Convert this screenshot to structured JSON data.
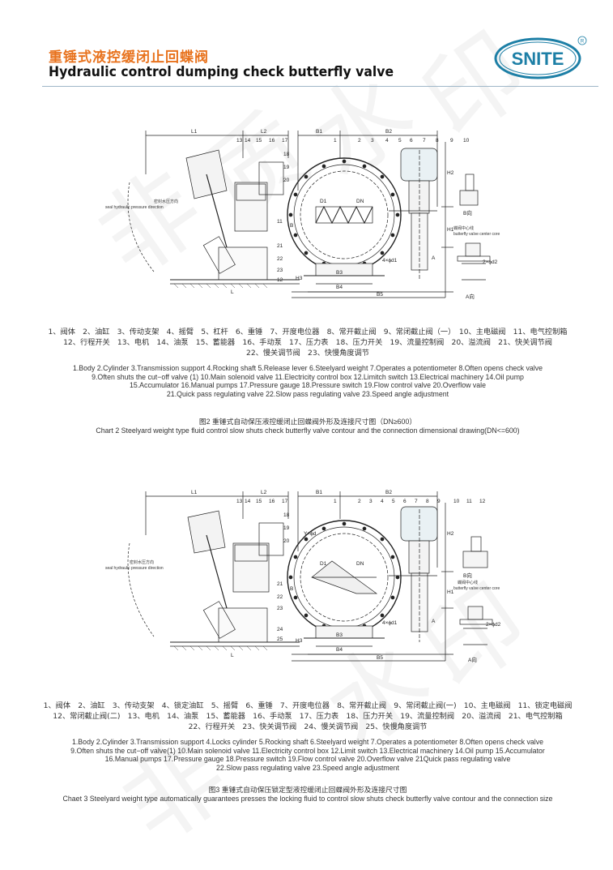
{
  "header": {
    "title_cn": "重锤式液控缓闭止回蝶阀",
    "title_en": "Hydraulic control dumping check butterfly valve",
    "logo_text": "SNITE",
    "logo_reg": "R"
  },
  "watermark": {
    "chars": [
      "非",
      "质",
      "水",
      "印"
    ]
  },
  "figure2": {
    "dims": {
      "L1": "L1",
      "L2": "L2",
      "B1": "B1",
      "B2": "B2",
      "B3": "B3",
      "B4": "B4",
      "B5": "B5",
      "H1": "H1",
      "H2": "H2",
      "H3": "H3",
      "L": "L",
      "A": "A",
      "B": "B",
      "D1": "D1",
      "DN": "DN",
      "hole": "4×ϕd1",
      "hole2": "2×ϕd2",
      "dirA": "A向",
      "dirB": "B向"
    },
    "callouts_top_left": [
      "13",
      "14",
      "15",
      "16",
      "17"
    ],
    "callouts_top_right": [
      "1",
      "2",
      "3",
      "4",
      "5",
      "6",
      "7",
      "8",
      "9",
      "10"
    ],
    "callouts_side": [
      "18",
      "19",
      "20",
      "11",
      "21",
      "22",
      "23",
      "12"
    ],
    "seal_cn": "密封水压方向",
    "seal_en": "seal hydraulic pressure direction",
    "center_cn": "蝶阀中心线",
    "center_en": "butterfly valve center core",
    "parts_cn_line1": "1、阀体　2、油缸　3、传动支架　4、摇臂　5、杠杆　6、重锤　7、开度电位器　8、常开截止阀　9、常闭截止阀（一）　10、主电磁阀　11、电气控制箱",
    "parts_cn_line2": "12、行程开关　13、电机　14、油泵　15、蓄能器　16、手动泵　17、压力表　18、压力开关　19、流量控制阀　20、溢流阀　21、快关调节阀",
    "parts_cn_line3": "22、慢关调节阀　23、快慢角度调节",
    "parts_en_line1": "1.Body 2.Cylinder 3.Transmission support 4.Rocking shaft 5.Release lever 6.Steelyard weight 7.Operates a potentiometer 8.Often opens check valve",
    "parts_en_line2": "9.Often shuts the cut−off valve (1) 10.Main solenoid valve 11.Electricity control box 12.Limitch switch 13.Electrical machinery 14.Oil pump",
    "parts_en_line3": "15.Accumulator 16.Manual pumps 17.Pressure gauge 18.Pressure switch 19.Flow control valve 20.Overflow vale",
    "parts_en_line4": "21.Quick pass regulating valve  22.Slow pass regulating valve 23.Speed angle adjustment",
    "caption_cn": "图2 重锤式自动保压液控缓闭止回蝶阀外形及连接尺寸图（DN≥600）",
    "caption_en": "Chart 2 Steelyard weight type fluid control slow shuts check butterfly valve contour and the connection dimensional drawing(DN<=600)"
  },
  "figure3": {
    "dims": {
      "L1": "L1",
      "L2": "L2",
      "B1": "B1",
      "B2": "B2",
      "B3": "B3",
      "B4": "B4",
      "B5": "B5",
      "H1": "H1",
      "H2": "H2",
      "H3": "H3",
      "L": "L",
      "A": "A",
      "B": "B",
      "D1": "D1",
      "DN": "DN",
      "hole": "4×ϕd1",
      "hole2": "2×ϕd2",
      "holeY": "Y×ϕd",
      "dirA": "A向",
      "dirB": "B向"
    },
    "callouts_top_left": [
      "13",
      "14",
      "15",
      "16",
      "17"
    ],
    "callouts_top_right": [
      "1",
      "2",
      "3",
      "4",
      "5",
      "6",
      "7",
      "8",
      "9",
      "10",
      "11",
      "12"
    ],
    "callouts_side": [
      "18",
      "19",
      "20",
      "21",
      "22",
      "23",
      "24",
      "25"
    ],
    "seal_cn": "密封水压方向",
    "seal_en": "seal hydraulic pressure direction",
    "center_cn": "蝶阀中心线",
    "center_en": "butterfly valve center core",
    "parts_cn_line1": "1、阀体　2、油缸　3、传动支架　4、锁定油缸　5、摇臂　6、重锤　7、开度电位器　8、常开截止阀　9、常闭截止阀(一)　10、主电磁阀　11、锁定电磁阀",
    "parts_cn_line2": "12、常闭截止阀(二)　13、电机　14、油泵　15、蓄能器　16、手动泵　17、压力表　18、压力开关　19、流量控制阀　20、溢流阀　21、电气控制箱",
    "parts_cn_line3": "22、行程开关　23、快关调节阀　24、慢关调节阀　25、快慢角度调节",
    "parts_en_line1": "1.Body 2.Cylinder 3.Transmission support 4.Locks cylinder 5.Rocking shaft 6.Steelyard weight 7.Operates a potentiometer 8.Often opens check valve",
    "parts_en_line2": "9.Often shuts the cut−off valve(1) 10.Main solenoid valve 11.Electricity control box 12.Limit switch 13.Electrical machinery 14.Oil pump 15.Accumulator",
    "parts_en_line3": "16.Manual pumps 17.Pressure gauge 18.Pressure switch 19.Flow control valve 20.Overflow valve 21Quick pass regulating valve",
    "parts_en_line4": "22.Slow pass regulating valve  23.Speed angle adjustment",
    "caption_cn": "图3 重锤式自动保压锁定型液控缓闭止回蝶阀外形及连接尺寸图",
    "caption_en": "Chaet 3 Steelyard weight type automatically guarantees presses the locking fluid to control slow shuts check butterfly valve contour and the connection size"
  }
}
